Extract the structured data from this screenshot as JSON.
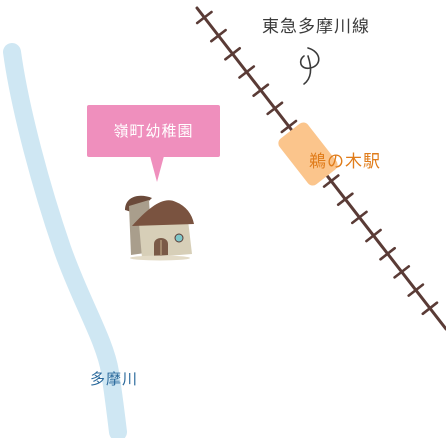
{
  "map": {
    "railway_label": "東急多摩川線",
    "station_label": "鵜の木駅",
    "river_label": "多摩川",
    "school_label": "嶺町幼稚園",
    "colors": {
      "river": "#cfe7f3",
      "rail": "#5a3b36",
      "station": "#fbc58c",
      "bubble": "#ef8fbd",
      "station_text": "#e07c1a",
      "river_text": "#2b6a9c"
    },
    "icons": [
      "house-icon",
      "leader-line-icon"
    ]
  }
}
